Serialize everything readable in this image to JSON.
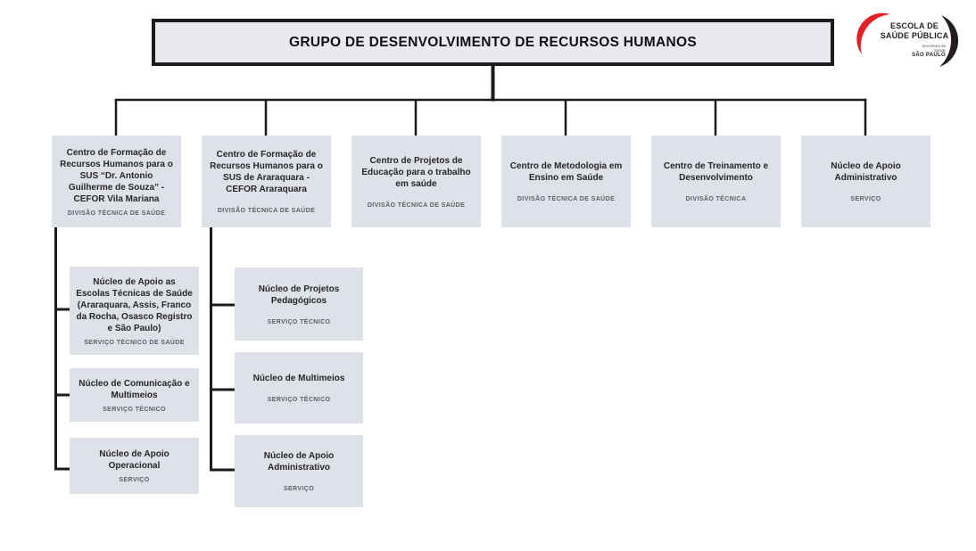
{
  "title_box": {
    "label": "GRUPO DE DESENVOLVIMENTO DE RECURSOS HUMANOS"
  },
  "logo": {
    "name_line1": "ESCOLA DE",
    "name_line2": "SAÚDE PÚBLICA",
    "dept_line1": "Secretaria da",
    "dept_line2": "Saúde",
    "state": "SÃO PAULO",
    "red": "#e31e24",
    "black": "#231f20"
  },
  "nodes": {
    "level1": [
      {
        "name": "Centro de Formação de Recursos Humanos para o SUS “Dr. Antonio Guilherme de Souza” - CEFOR Vila Mariana",
        "type": "DIVISÃO TÉCNICA DE SAÚDE"
      },
      {
        "name": "Centro de Formação de Recursos Humanos para o SUS de Araraquara - CEFOR Araraquara",
        "type": "DIVISÃO TÉCNICA DE SAÚDE"
      },
      {
        "name": "Centro de Projetos de Educação para o trabalho em saúde",
        "type": "DIVISÃO TÉCNICA DE SAÚDE"
      },
      {
        "name": "Centro de Metodologia em Ensino em Saúde",
        "type": "DIVISÃO TÉCNICA DE SAÚDE"
      },
      {
        "name": "Centro de Treinamento e Desenvolvimento",
        "type": "DIVISÃO TÉCNICA"
      },
      {
        "name": "Núcleo de Apoio Administrativo",
        "type": "SERVIÇO"
      }
    ],
    "cefor_vila_mariana_children": [
      {
        "name": "Núcleo de Apoio as Escolas Técnicas de Saúde (Araraquara, Assis, Franco da Rocha, Osasco Registro e São Paulo)",
        "type": "SERVIÇO TÉCNICO DE SAÚDE"
      },
      {
        "name": "Núcleo de Comunicação e Multimeios",
        "type": "SERVIÇO TÉCNICO"
      },
      {
        "name": "Núcleo de Apoio Operacional",
        "type": "SERVIÇO"
      }
    ],
    "cefor_araraquara_children": [
      {
        "name": "Núcleo de Projetos Pedagógicos",
        "type": "SERVIÇO TÉCNICO"
      },
      {
        "name": "Núcleo de Multimeios",
        "type": "SERVIÇO TÉCNICO"
      },
      {
        "name": "Núcleo de Apoio Administrativo",
        "type": "SERVIÇO"
      }
    ]
  },
  "colors": {
    "node_fill": "#dfe1e8",
    "root_fill": "#e9eaef",
    "line": "#1b1b1b",
    "name_text": "#26262c",
    "type_text": "#5d5e65"
  }
}
